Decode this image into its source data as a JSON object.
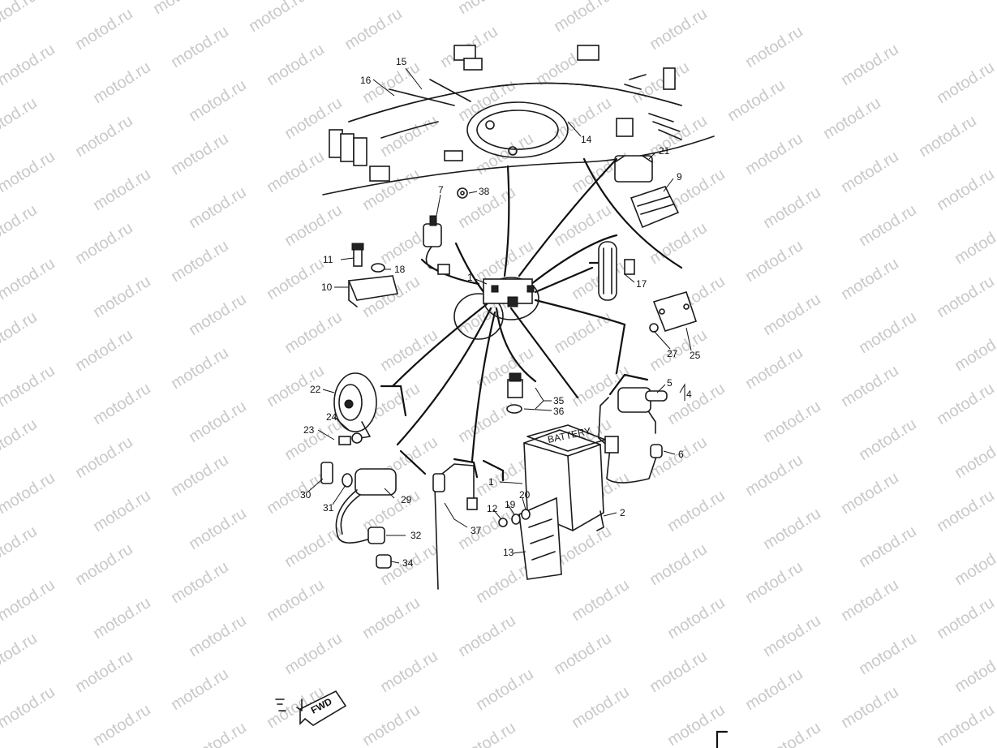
{
  "watermark": {
    "text": "motod.ru"
  },
  "callouts": [
    {
      "label": "15"
    },
    {
      "label": "16"
    },
    {
      "label": "14"
    },
    {
      "label": "21"
    },
    {
      "label": "9"
    },
    {
      "label": "7"
    },
    {
      "label": "38"
    },
    {
      "label": "11"
    },
    {
      "label": "18"
    },
    {
      "label": "10"
    },
    {
      "label": "1"
    },
    {
      "label": "17"
    },
    {
      "label": "27"
    },
    {
      "label": "25"
    },
    {
      "label": "5"
    },
    {
      "label": "4"
    },
    {
      "label": "35"
    },
    {
      "label": "36"
    },
    {
      "label": "22"
    },
    {
      "label": "24"
    },
    {
      "label": "23"
    },
    {
      "label": "6"
    },
    {
      "label": "1"
    },
    {
      "label": "30"
    },
    {
      "label": "31"
    },
    {
      "label": "29"
    },
    {
      "label": "20"
    },
    {
      "label": "19"
    },
    {
      "label": "12"
    },
    {
      "label": "2"
    },
    {
      "label": "32"
    },
    {
      "label": "37"
    },
    {
      "label": "13"
    },
    {
      "label": "34"
    }
  ],
  "fwd_badge": {
    "text": "FWD"
  },
  "battery_text": "BATTERY"
}
